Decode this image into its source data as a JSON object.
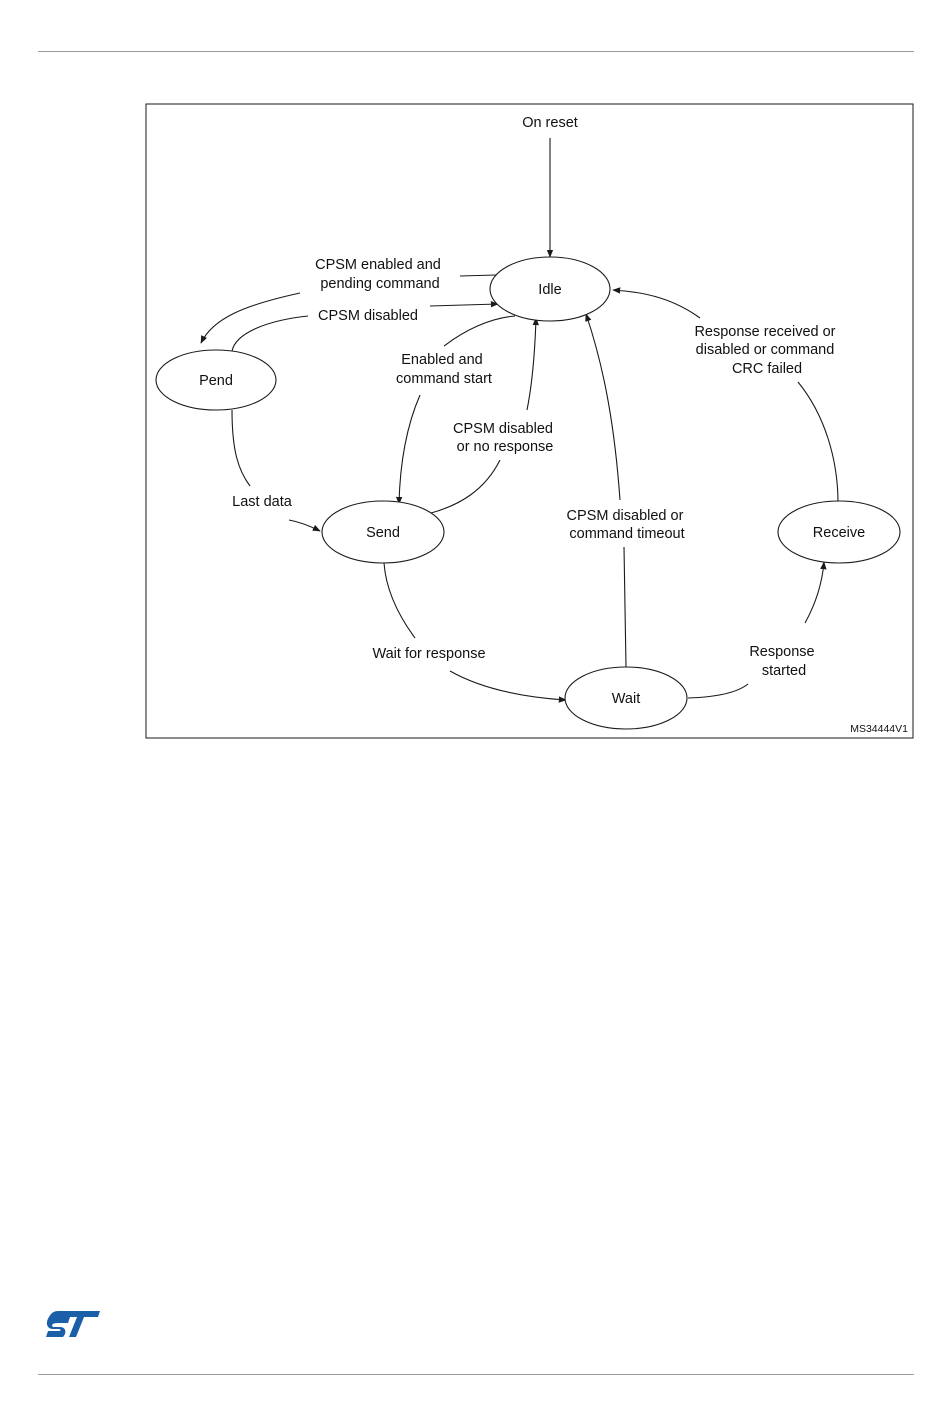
{
  "diagram": {
    "figure_id": "MS34444V1",
    "entry_label": "On reset",
    "states": {
      "idle": "Idle",
      "pend": "Pend",
      "send": "Send",
      "wait": "Wait",
      "receive": "Receive"
    },
    "transitions": {
      "idle_to_pend": [
        "CPSM enabled and",
        "pending command"
      ],
      "pend_to_idle": [
        "CPSM disabled"
      ],
      "idle_to_send": [
        "Enabled and",
        "command start"
      ],
      "send_to_idle": [
        "CPSM disabled",
        "or no response"
      ],
      "pend_to_send": [
        "Last data"
      ],
      "send_to_wait": [
        "Wait for response"
      ],
      "wait_to_idle": [
        "CPSM disabled or",
        "command timeout"
      ],
      "wait_to_receive": [
        "Response",
        "started"
      ],
      "receive_to_idle": [
        "Response received or",
        "disabled or command",
        "CRC failed"
      ]
    },
    "colors": {
      "line": "#1a1a1a",
      "logo": "#1b5fa8"
    }
  },
  "footer": {
    "logo_icon": "st-logo-icon"
  }
}
